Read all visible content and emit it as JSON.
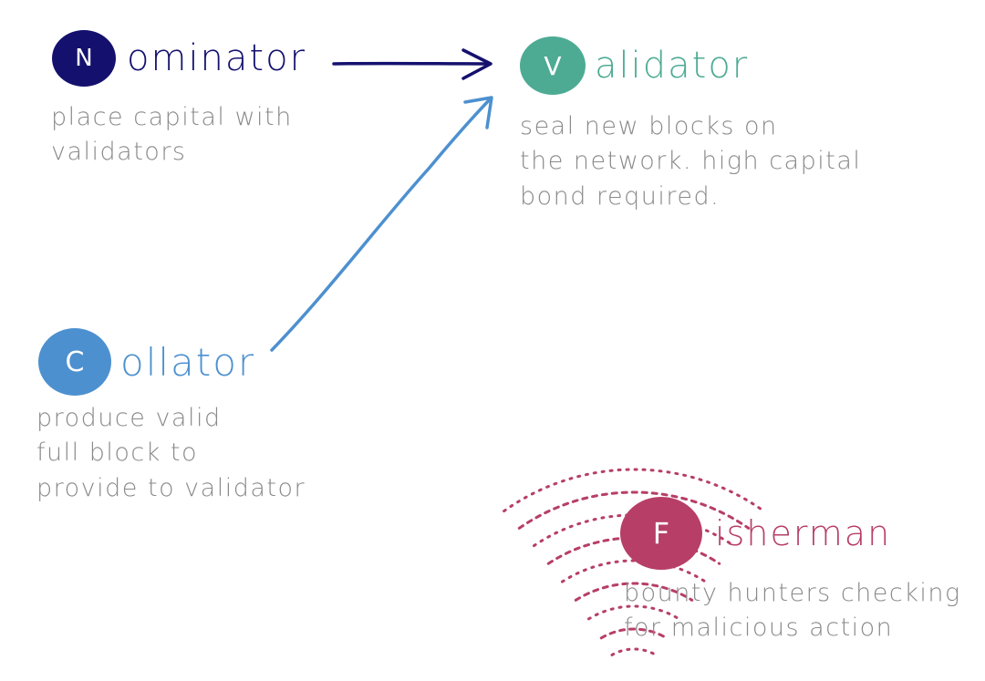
{
  "colors": {
    "nominator": "#14116e",
    "validator": "#4dab94",
    "collator": "#4d90cf",
    "fisherman": "#b73e67",
    "description": "#8a8a8a"
  },
  "roles": {
    "nominator": {
      "initial": "N",
      "name_rest": "ominator",
      "description": [
        "place capital with",
        "validators"
      ]
    },
    "validator": {
      "initial": "V",
      "name_rest": "alidator",
      "description": [
        "seal new blocks on",
        "the network. high capital",
        "bond required."
      ]
    },
    "collator": {
      "initial": "C",
      "name_rest": "ollator",
      "description": [
        "produce valid",
        "full block to",
        "provide to validator"
      ]
    },
    "fisherman": {
      "initial": "F",
      "name_rest": "isherman",
      "description": [
        "bounty hunters checking",
        "for malicious action"
      ]
    }
  },
  "connections": [
    {
      "from": "nominator",
      "to": "validator"
    },
    {
      "from": "collator",
      "to": "validator"
    }
  ],
  "icons": {
    "fisherman_signal": "signal-waves-icon"
  }
}
